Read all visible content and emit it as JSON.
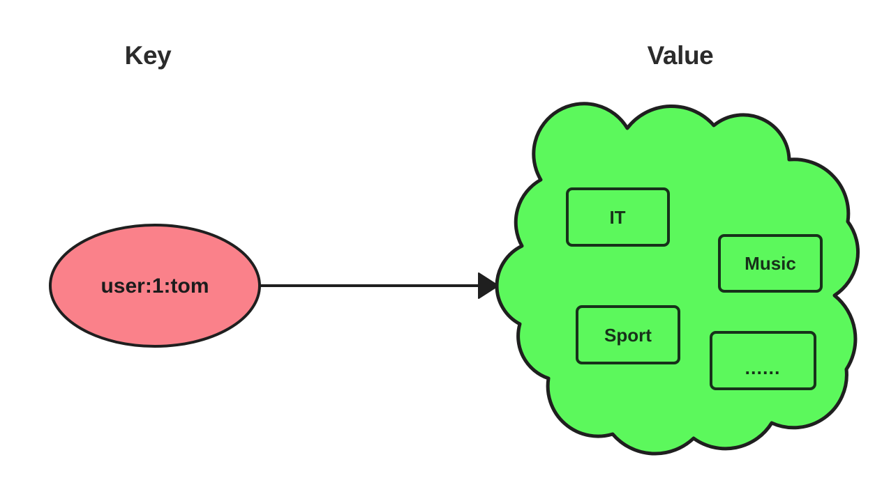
{
  "diagram": {
    "type": "key-value-mapping",
    "background": "#ffffff",
    "headers": {
      "key": "Key",
      "value": "Value"
    },
    "key_node": {
      "shape": "ellipse",
      "label": "user:1:tom",
      "fill": "#fa818a",
      "stroke": "#1f1f1f",
      "text_color": "#1c1c1c"
    },
    "connector": {
      "type": "arrow",
      "direction": "left-to-right",
      "stroke": "#1f1f1f",
      "arrowhead": "solid-triangle"
    },
    "value_node": {
      "shape": "cloud",
      "fill": "#5cf85c",
      "stroke": "#1f1f1f",
      "items": [
        {
          "label": "IT",
          "name": "value-item-it"
        },
        {
          "label": "Music",
          "name": "value-item-music"
        },
        {
          "label": "Sport",
          "name": "value-item-sport"
        },
        {
          "label": "......",
          "name": "value-item-ellipsis"
        }
      ]
    },
    "colors": {
      "key_fill": "#fa818a",
      "value_fill": "#5cf85c",
      "outline": "#1f1f1f",
      "header_text": "#2b2b2b",
      "background": "#ffffff"
    }
  }
}
